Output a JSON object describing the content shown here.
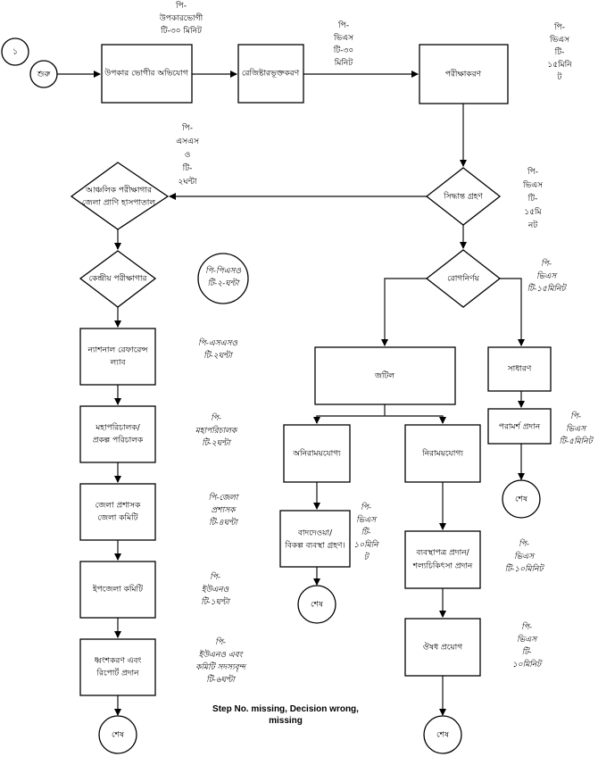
{
  "page_number_circle": "১",
  "nodes": {
    "start": "শুরু",
    "complaint": "উপকার ভোগীর অভিযোগ",
    "registration": "রেজিষ্টারভূক্তকরণ",
    "examination": "পরীক্ষাকরণ",
    "decision": "সিদ্ধান্ত গ্রহণ",
    "regional_lab": [
      "আঞ্চলিক পরীক্ষাগার",
      "জেলা প্রাণি হাসপাতাল"
    ],
    "central_lab": "কেন্দ্রীয় পরীক্ষাগার",
    "national_lab": [
      "ন্যাশনাল রেফারেন্স",
      "ল্যাব"
    ],
    "director_general": [
      "মহাপরিচালক/",
      "প্রকল্প পরিচালক"
    ],
    "district_admin": [
      "জেলা প্রশাসক",
      "জেলা কমিটি"
    ],
    "upazila_committee": "ইপজেলা কমিটি",
    "destroy_report": [
      "ধ্বংশকরণ এবং",
      "রিপোর্ট প্রদান"
    ],
    "end_left": "শেষ",
    "diagnosis": "রোগনির্ণয়",
    "complex": "জটিল",
    "simple": "সাধারণ",
    "advice": "পরামর্শ প্রদান",
    "end_right": "শেষ",
    "incurable": "অনিরাময়যোগ্য",
    "curable": "নিরাময়যোগ্য",
    "cull_alt": [
      "বাদদেওয়া/",
      "বিকল্প ব্যবস্থা গ্রহণ।"
    ],
    "end_mid": "শেষ",
    "prescription": [
      "ব্যবস্থাপত্র প্রদান/",
      "শল্যচিকিৎসা প্রদান"
    ],
    "medicine": "ঔষধ প্রয়োগ",
    "end_bottom_right": "শেষ"
  },
  "annotations": {
    "complaint": [
      "পি-",
      "উপকারভোগী",
      "টি-৩০ মিনিট"
    ],
    "registration": [
      "পি-",
      "ভিএস",
      "টি-৩০",
      "মিনিট"
    ],
    "examination": [
      "পি-",
      "ভিএস",
      "টি-",
      "১৫মিনি",
      "ট"
    ],
    "regional_lab": [
      "পি-",
      "এসএস",
      "ও",
      "টি-",
      "২ঘন্টা"
    ],
    "decision": [
      "পি-",
      "ভিএস",
      "টি-",
      "১৫মি",
      "নট"
    ],
    "diagnosis": [
      "পি-",
      "ভিএস",
      "টি-১৫মিনিট"
    ],
    "central_lab": [
      "পি-পিএসও",
      "টি-২-ঘন্টা"
    ],
    "national_lab": [
      "পি-এসএসও",
      "টি-২ঘন্টা"
    ],
    "director_general": [
      "পি-",
      "মহাপরিচালক",
      "টি-২ঘন্টা"
    ],
    "district_admin": [
      "পি-জেলা",
      "প্রশাসক",
      "টি-৪ঘন্টা"
    ],
    "upazila_committee": [
      "পি-",
      "ইউএনও",
      "টি-১ঘন্টা"
    ],
    "destroy_report": [
      "পি-",
      "ইউএনও এবং",
      "কমিটি সদস্যবৃন্দ",
      "টি-৬ঘন্টা"
    ],
    "advice": [
      "পি-",
      "ভিএস",
      "টি-৫মিনিট"
    ],
    "cull_alt": [
      "পি-",
      "ভিএস",
      "টি-",
      "১০মিনি",
      "ট"
    ],
    "prescription": [
      "পি-",
      "ভিএস",
      "টি-১০মিনিট"
    ],
    "medicine": [
      "পি-",
      "ভিএস",
      "টি-",
      "১০মিনিট"
    ]
  },
  "footer_note": [
    "Step No. missing, Decision wrong,",
    "missing"
  ]
}
